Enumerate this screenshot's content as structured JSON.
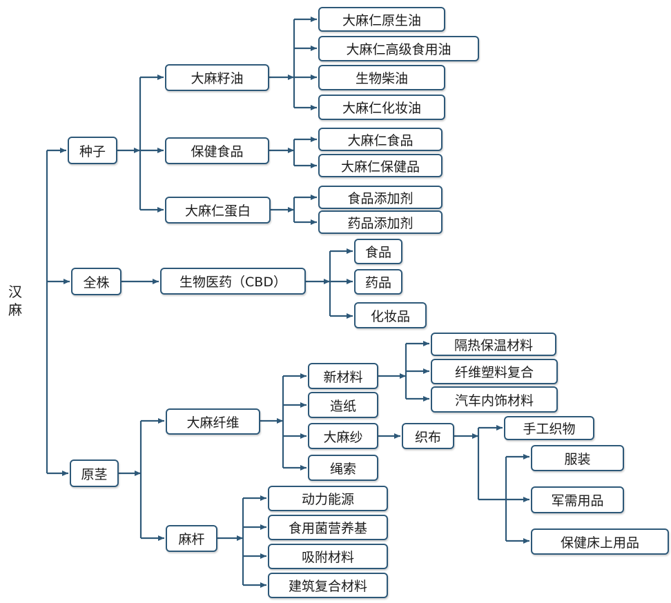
{
  "root": {
    "chars": [
      "汉",
      "麻"
    ]
  },
  "nodes": {
    "seed": "种子",
    "whole": "全株",
    "stem": "原茎",
    "seed_oil": "大麻籽油",
    "health_food": "保健食品",
    "protein": "大麻仁蛋白",
    "raw_oil": "大麻仁原生油",
    "premium_oil": "大麻仁高级食用油",
    "biodiesel": "生物柴油",
    "cosmetic_oil": "大麻仁化妆油",
    "seed_food": "大麻仁食品",
    "seed_health": "大麻仁保健品",
    "food_additive": "食品添加剂",
    "drug_additive": "药品添加剂",
    "cbd": "生物医药（CBD）",
    "food": "食品",
    "drug": "药品",
    "cosmetics": "化妆品",
    "fiber": "大麻纤维",
    "stalk": "麻杆",
    "new_material": "新材料",
    "paper": "造纸",
    "yarn": "大麻纱",
    "rope": "绳索",
    "insulation": "隔热保温材料",
    "fiber_plastic": "纤维塑料复合",
    "auto_interior": "汽车内饰材料",
    "weave": "织布",
    "handicraft": "手工织物",
    "clothing": "服装",
    "military": "军需用品",
    "bedding": "保健床上用品",
    "power_energy": "动力能源",
    "mushroom": "食用菌营养基",
    "absorbent": "吸附材料",
    "building": "建筑复合材料"
  },
  "colors": {
    "line": "#2d5878",
    "border": "#2d5878",
    "text": "#1b1b1b"
  }
}
